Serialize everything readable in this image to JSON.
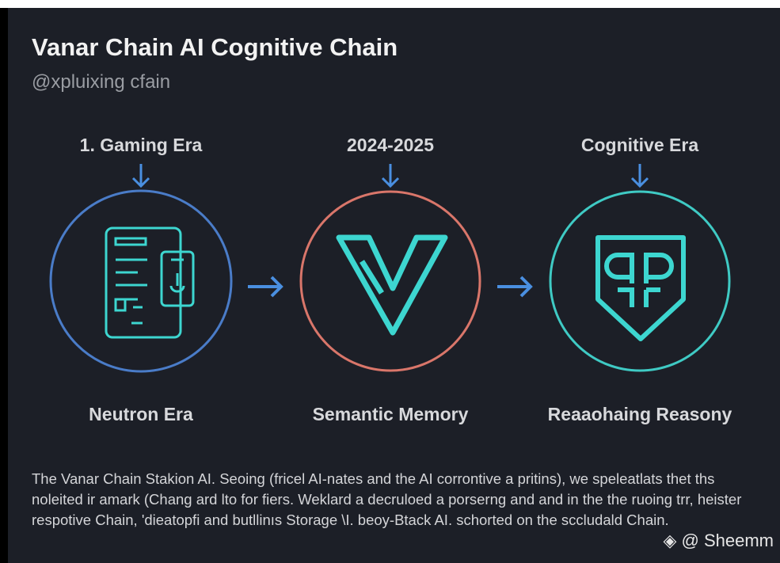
{
  "header": {
    "title": "Vanar Chain AI Cognitive Chain",
    "subtitle": "@xpluixing cfain"
  },
  "stages": [
    {
      "top_label": "1. Gaming Era",
      "bottom_label": "Neutron Era",
      "ring_color": "#4a7cc8",
      "icon": "mobile-app-icon"
    },
    {
      "top_label": "2024-2025",
      "bottom_label": "Semantic Memory",
      "ring_color": "#d9766a",
      "icon": "v-chevron-icon"
    },
    {
      "top_label": "Cognitive Era",
      "bottom_label": "Reaaohaing Reasony",
      "ring_color": "#3fcac4",
      "icon": "shield-glyph-icon"
    }
  ],
  "colors": {
    "icon": "#3dd6d0",
    "arrow": "#4a8fe0"
  },
  "description": "The Vanar Chain Stakion AI. Seoing (fricel AI-nates and the AI corrontive a pritins), we speleatlats thet ths noleited ir amark (Chang ard lto for fiers. Weklard a decruloed a porserng and and in the the ruoing trr, heister respotive Chain, 'dieatopfi and butllinıs Storage \\I. beoy-Btack AI. schorted on the sccludald Chain.",
  "watermark": "@ Sheemm"
}
